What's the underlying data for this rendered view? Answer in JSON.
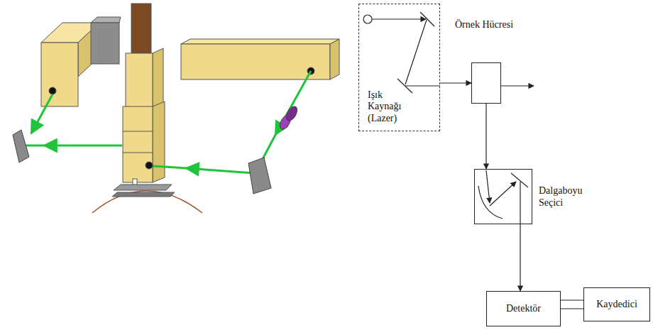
{
  "diagram": {
    "nodes": [
      {
        "text": [
          "Işık Kaynağı (Lazer)"
        ]
      },
      {
        "text": [
          "Örnek Hücresi"
        ]
      },
      {
        "text": [
          "Dalgaboyu Seçici"
        ]
      },
      {
        "text": [
          "Detektör"
        ]
      },
      {
        "text": [
          "Kaydedici"
        ]
      }
    ],
    "edges": [
      {
        "from": 0,
        "to": 1,
        "arrow": "to"
      },
      {
        "from": 1,
        "to": 2,
        "arrow": "to"
      },
      {
        "from": 2,
        "to": 3,
        "arrow": "to"
      },
      {
        "from": 3,
        "to": 4,
        "arrow": "none"
      }
    ]
  }
}
